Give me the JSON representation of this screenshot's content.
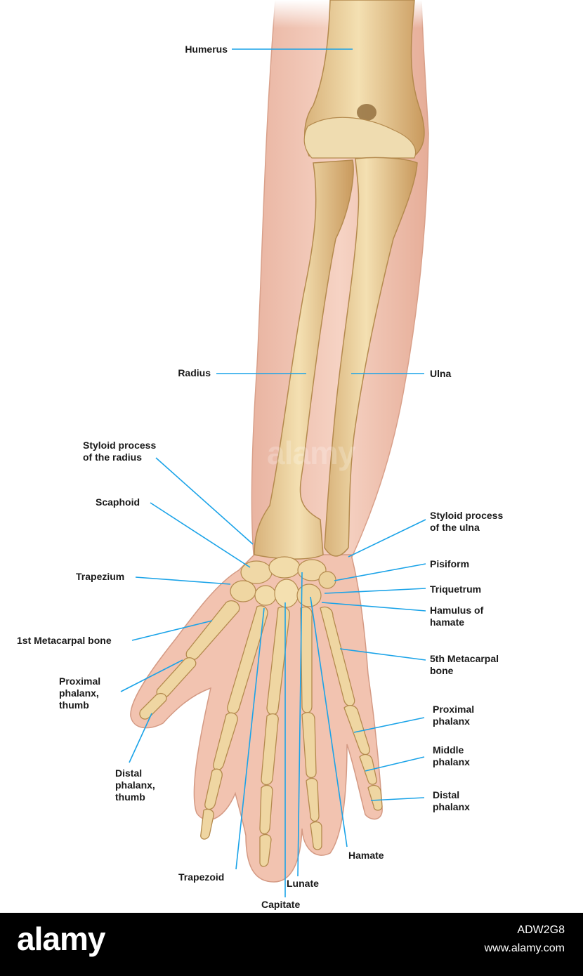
{
  "colors": {
    "skin": "#f2c7b6",
    "skin_edge": "#d9a08a",
    "bone": "#efd7a4",
    "bone_shade": "#d6b478",
    "bone_edge": "#b48a4e",
    "leader": "#1aa3e8",
    "footer_bg": "#000000"
  },
  "labels": {
    "humerus": "Humerus",
    "radius": "Radius",
    "ulna": "Ulna",
    "styloid_radius": "Styloid process\nof the radius",
    "scaphoid": "Scaphoid",
    "styloid_ulna": "Styloid process\nof the ulna",
    "pisiform": "Pisiform",
    "trapezium": "Trapezium",
    "triquetrum": "Triquetrum",
    "hamulus": "Hamulus of\nhamate",
    "first_metacarpal": "1st Metacarpal bone",
    "fifth_metacarpal": "5th Metacarpal\nbone",
    "proximal_phalanx_thumb": "Proximal\nphalanx,\nthumb",
    "proximal_phalanx": "Proximal\nphalanx",
    "middle_phalanx": "Middle\nphalanx",
    "distal_phalanx_thumb": "Distal\nphalanx,\nthumb",
    "distal_phalanx": "Distal\nphalanx",
    "hamate": "Hamate",
    "trapezoid": "Trapezoid",
    "lunate": "Lunate",
    "capitate": "Capitate"
  },
  "watermark": "alamy",
  "footer": {
    "logo": "alamy",
    "image_id": "ADW2G8",
    "url": "www.alamy.com"
  }
}
